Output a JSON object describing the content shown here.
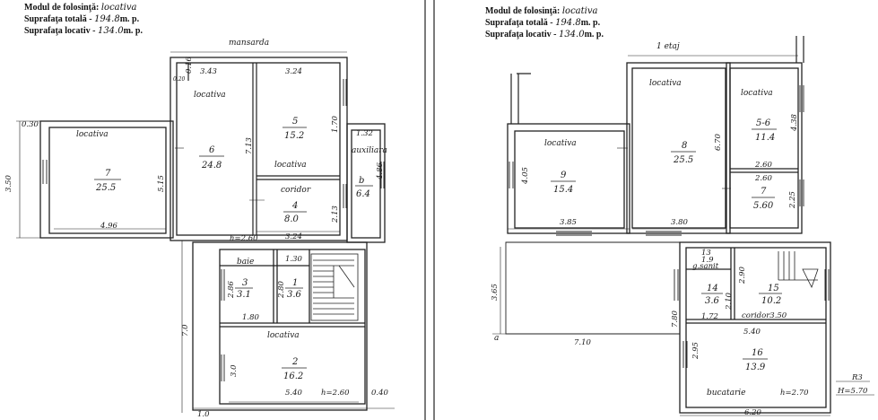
{
  "header": {
    "left": {
      "use_label": "Modul de folosinţă:",
      "use_value": "locativa",
      "total_label": "Suprafaţa totală -",
      "total_value": "194.8",
      "total_unit": "m. p.",
      "living_label": "Suprafaţa locativ -",
      "living_value": "134.0",
      "living_unit": "m. p."
    },
    "right": {
      "use_label": "Modul de folosinţă:",
      "use_value": "locativa",
      "total_label": "Suprafaţa totală -",
      "total_value": "194.8",
      "total_unit": "m. p.",
      "living_label": "Suprafaţa locativ -",
      "living_value": "134.0",
      "living_unit": "m. p."
    }
  },
  "plan_left": {
    "floor_label": "mansarda",
    "rooms": [
      {
        "id": "room-7",
        "type": "locativa",
        "number": "7",
        "area": "25.5"
      },
      {
        "id": "room-6",
        "type": "locativa",
        "number": "6",
        "area": "24.8"
      },
      {
        "id": "room-5",
        "type": "",
        "number": "5",
        "area": "15.2"
      },
      {
        "id": "room-5-type",
        "type": "locativa",
        "number": "",
        "area": ""
      },
      {
        "id": "room-4",
        "type": "coridor",
        "number": "4",
        "area": "8.0"
      },
      {
        "id": "room-b",
        "type": "auxiliara",
        "number": "b",
        "area": "6.4"
      },
      {
        "id": "room-3",
        "type": "baie",
        "number": "3",
        "area": "3.1"
      },
      {
        "id": "room-1",
        "type": "",
        "number": "1",
        "area": "3.6"
      },
      {
        "id": "room-2",
        "type": "locativa",
        "number": "2",
        "area": "16.2"
      }
    ],
    "dims": [
      "0.30",
      "3.50",
      "4.96",
      "5.15",
      "3.43",
      "0.16",
      "0.20",
      "3.24",
      "1.70",
      "7.13",
      "1.32",
      "4.86",
      "2.13",
      "h=2.60",
      "3.24",
      "2.86",
      "2.80",
      "1.30",
      "1.80",
      "7.0",
      "3.0",
      "5.40",
      "h=2.60",
      "0.40",
      "1.0"
    ]
  },
  "plan_right": {
    "floor_label": "1 etaj",
    "rooms": [
      {
        "id": "room-9",
        "type": "locativa",
        "number": "9",
        "area": "15.4"
      },
      {
        "id": "room-8",
        "type": "locativa",
        "number": "8",
        "area": "25.5"
      },
      {
        "id": "room-5-6",
        "type": "locativa",
        "number": "5-6",
        "area": "11.4"
      },
      {
        "id": "room-7r",
        "type": "",
        "number": "7",
        "area": "5.60"
      },
      {
        "id": "room-14",
        "type": "",
        "number": "14",
        "area": "3.6"
      },
      {
        "id": "room-13",
        "type": "g.sanit",
        "number": "13",
        "area": "1.9"
      },
      {
        "id": "room-15",
        "type": "",
        "number": "15",
        "area": "10.2"
      },
      {
        "id": "room-16",
        "type": "bucatarie",
        "number": "16",
        "area": "13.9"
      }
    ],
    "dims": [
      "4.05",
      "3.85",
      "6.70",
      "3.80",
      "4.38",
      "2.60",
      "2.60",
      "2.25",
      "3.65",
      "7.10",
      "2.90",
      "2.10",
      "1.72",
      "coridor3.50",
      "5.40",
      "2.95",
      "h=2.70",
      "6.20",
      "7.80",
      "a",
      "H=5.70",
      "R3"
    ]
  }
}
